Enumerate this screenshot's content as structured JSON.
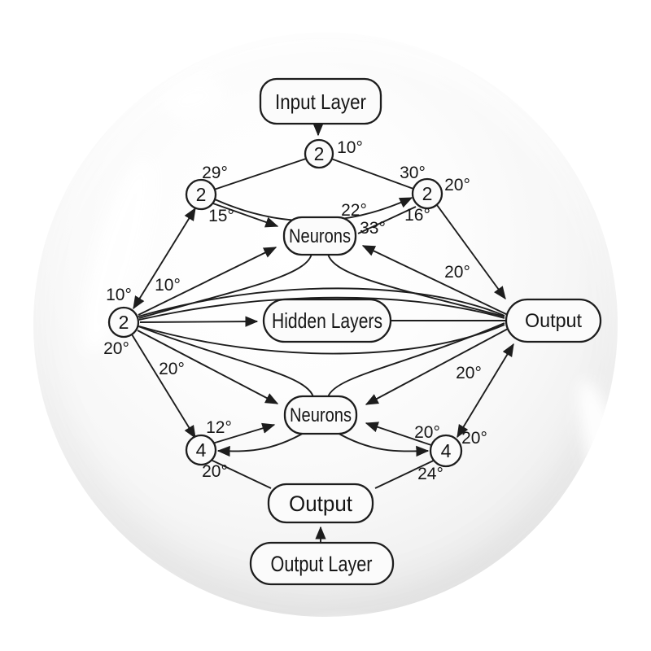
{
  "nodes": {
    "input_layer": {
      "label": "Input Layer"
    },
    "top_count": {
      "label": "2"
    },
    "upper_left_count": {
      "label": "2"
    },
    "upper_right_count": {
      "label": "2"
    },
    "neurons_top": {
      "label": "Neurons"
    },
    "mid_left_count": {
      "label": "2"
    },
    "hidden_layers": {
      "label": "Hidden Layers"
    },
    "output_right": {
      "label": "Output"
    },
    "neurons_bottom": {
      "label": "Neurons"
    },
    "lower_left_count": {
      "label": "4"
    },
    "lower_right_count": {
      "label": "4"
    },
    "output_bottom": {
      "label": "Output"
    },
    "output_layer": {
      "label": "Output Layer"
    }
  },
  "angles": [
    "10°",
    "29°",
    "15°",
    "30°",
    "20°",
    "16°",
    "22°",
    "33°",
    "10°",
    "10°",
    "20°",
    "20°",
    "20°",
    "20°",
    "12°",
    "20°",
    "20°",
    "20°",
    "24°"
  ],
  "colors": {
    "stroke": "#1d1d1d",
    "node_fill": "#fbfbfb",
    "sphere_rim": "#c5c5c5"
  }
}
